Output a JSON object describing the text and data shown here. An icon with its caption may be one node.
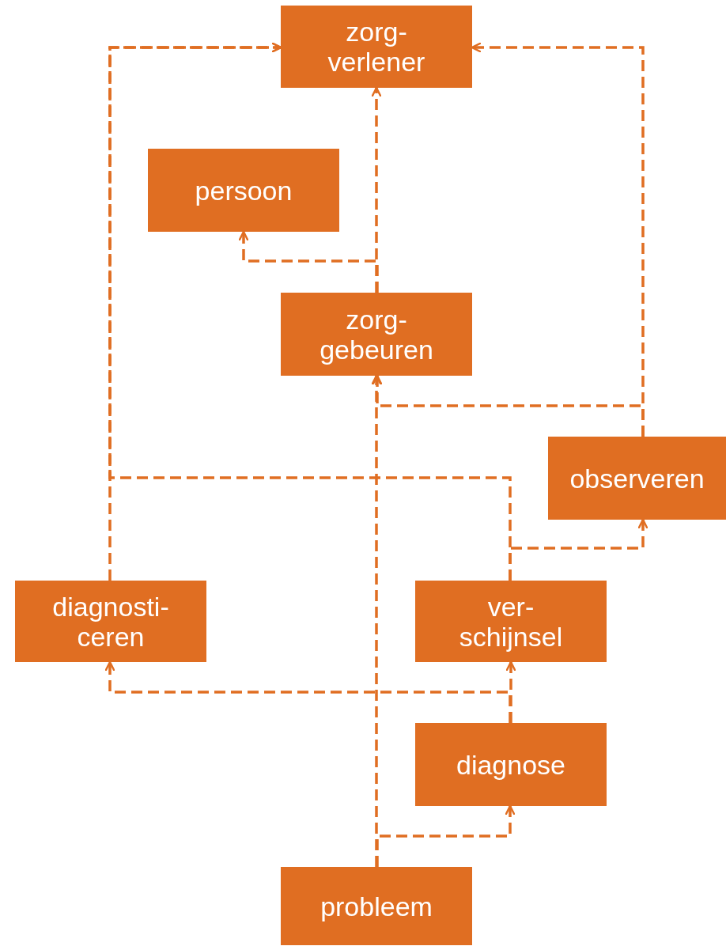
{
  "diagram": {
    "nodes": [
      {
        "text": [
          "zorg- verlener"
        ]
      },
      {
        "text": [
          "persoon"
        ]
      },
      {
        "text": [
          "zorg- gebeuren"
        ]
      },
      {
        "text": [
          "observeren"
        ]
      },
      {
        "text": [
          "diagnosti- ceren"
        ]
      },
      {
        "text": [
          "ver- schijnsel"
        ]
      },
      {
        "text": [
          "diagnose"
        ]
      },
      {
        "text": [
          "probleem"
        ]
      }
    ],
    "edges": [
      {
        "from": 2,
        "to": 0,
        "arrow": "to",
        "style": "dashed"
      },
      {
        "from": 2,
        "to": 1,
        "arrow": "to",
        "style": "dashed"
      },
      {
        "from": 4,
        "to": 0,
        "arrow": "to",
        "style": "dashed"
      },
      {
        "from": 5,
        "to": 0,
        "arrow": "to",
        "style": "dashed"
      },
      {
        "from": 3,
        "to": 0,
        "arrow": "to",
        "style": "dashed"
      },
      {
        "from": 3,
        "to": 2,
        "arrow": "to",
        "style": "dashed"
      },
      {
        "from": 7,
        "to": 2,
        "arrow": "to",
        "style": "dashed"
      },
      {
        "from": 7,
        "to": 6,
        "arrow": "to",
        "style": "dashed"
      },
      {
        "from": 6,
        "to": 5,
        "arrow": "to",
        "style": "dashed"
      },
      {
        "from": 6,
        "to": 4,
        "arrow": "to",
        "style": "dashed"
      },
      {
        "from": 5,
        "to": 3,
        "arrow": "to",
        "style": "dashed"
      }
    ]
  }
}
